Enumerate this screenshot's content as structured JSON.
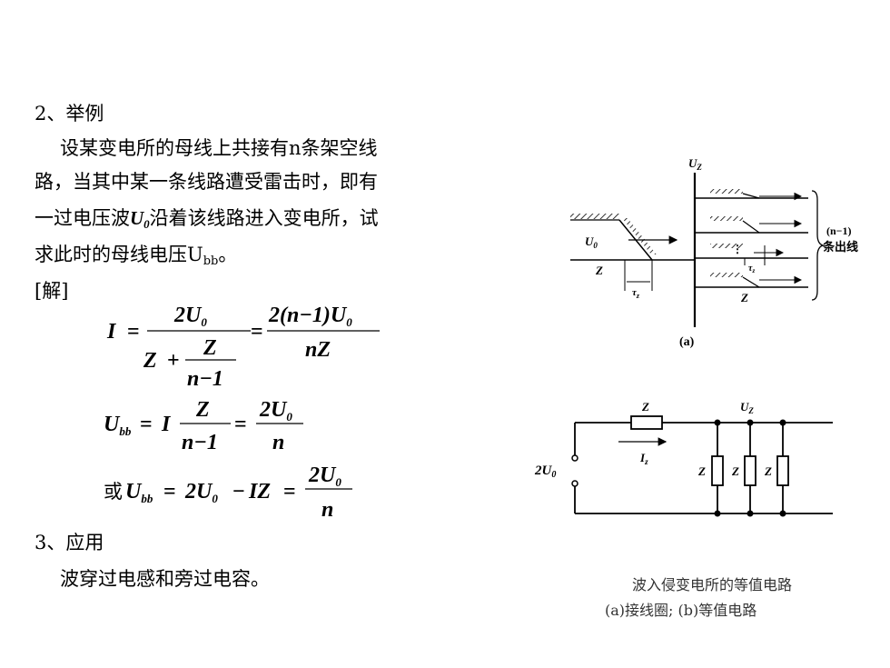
{
  "section2": {
    "heading": "2、举例",
    "para_line1": "设某变电所的母线上共接有n条架空线",
    "para_line2": "路，当其中某一条线路遭受雷击时，即有",
    "para_line3_a": "一过电压波",
    "para_line3_var": "U",
    "para_line3_sub": "0",
    "para_line3_b": "沿着该线路进入变电所，试",
    "para_line4_a": "求此时的母线电压U",
    "para_line4_sub": "bb",
    "para_line4_b": "。",
    "solution_label": "[解]"
  },
  "equations": {
    "eq1_lhs": "I",
    "eq1_num1": "2U",
    "eq1_den1_a": "Z",
    "eq1_den1_frac_num": "Z",
    "eq1_den1_frac_den": "n−1",
    "eq1_num2": "2(n−1)U",
    "eq1_den2": "nZ",
    "eq2_lhs": "U",
    "eq2_lhs_sub": "bb",
    "eq2_mid": "I",
    "eq2_frac_num": "Z",
    "eq2_frac_den": "n−1",
    "eq2_num": "2U",
    "eq2_den": "n",
    "eq3_prefix": "或",
    "eq3_lhs": "U",
    "eq3_lhs_sub": "bb",
    "eq3_rhs": "2U",
    "eq3_minus": "IZ",
    "eq3_num": "2U",
    "eq3_den": "n",
    "sub_zero": "0"
  },
  "section3": {
    "heading": "3、应用",
    "text": "波穿过电感和旁过电容。"
  },
  "figure": {
    "label_uz": "U",
    "label_uz_sub": "Z",
    "label_u0": "U",
    "label_u0_sub": "0",
    "label_z": "Z",
    "label_tau": "τ",
    "label_tau_sub": "z",
    "label_n1": "(n−1)",
    "label_lines": "条出线",
    "label_a": "(a)",
    "label_source": "2U",
    "label_source_sub": "0",
    "label_i": "I",
    "label_i_sub": "z",
    "caption_line1": "波入侵变电所的等值电路",
    "caption_line2": "(a)接线圈; (b)等值电路"
  }
}
